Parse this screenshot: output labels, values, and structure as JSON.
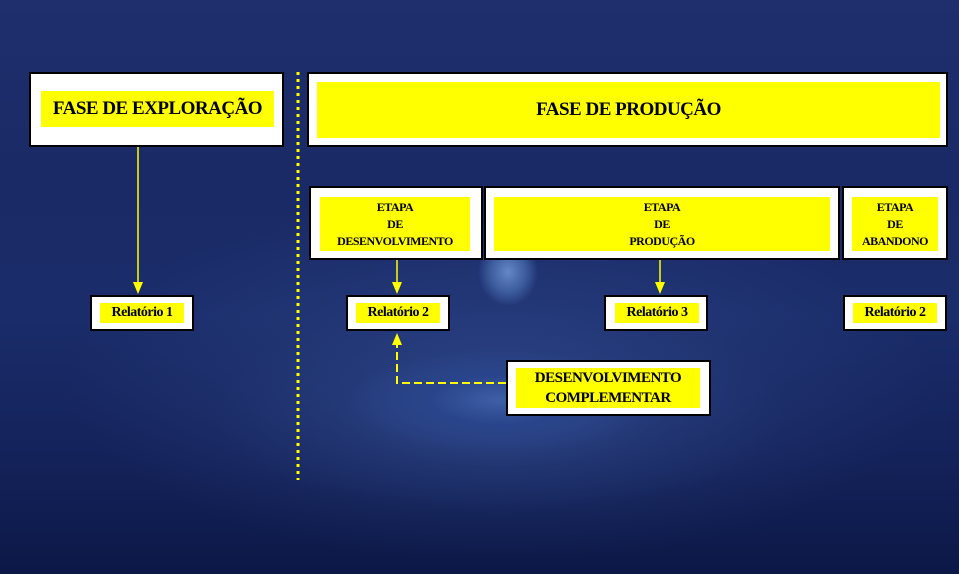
{
  "phases": {
    "exploracao": "FASE DE EXPLORAÇÃO",
    "producao": "FASE DE PRODUÇÃO"
  },
  "stages": {
    "desenvolvimento": [
      "ETAPA",
      "DE",
      "DESENVOLVIMENTO"
    ],
    "producao": [
      "ETAPA",
      "DE",
      "PRODUÇÃO"
    ],
    "abandono": [
      "ETAPA",
      "DE",
      "ABANDONO"
    ]
  },
  "reports": {
    "r1": "Relatório 1",
    "r2": "Relatório 2",
    "r3": "Relatório 3",
    "r2b": "Relatório 2"
  },
  "complementar": [
    "DESENVOLVIMENTO",
    "COMPLEMENTAR"
  ],
  "colors": {
    "label_fill": "#ffff00",
    "box_border": "#000000",
    "box_bg": "#ffffff",
    "connector": "#ffff00"
  }
}
